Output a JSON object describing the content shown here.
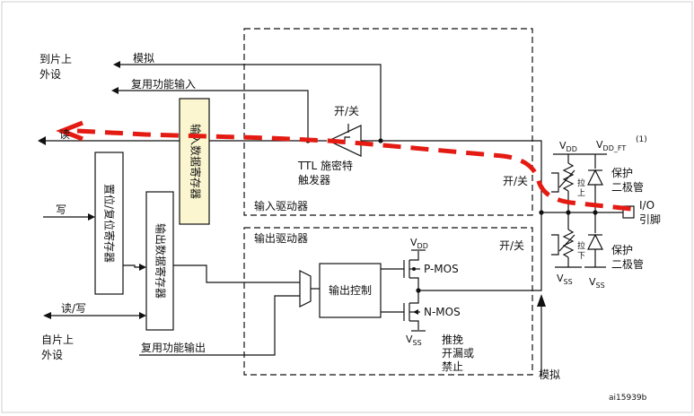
{
  "labels": {
    "to_onchip_peripheral": [
      "到片上",
      "外设"
    ],
    "from_onchip_peripheral": [
      "自片上",
      "外设"
    ],
    "analog_top": "模拟",
    "alt_func_input": "复用功能输入",
    "read": "读",
    "write": "写",
    "read_write": "读/写",
    "alt_func_output": "复用功能输出",
    "input_data_register": "输入数据寄存器",
    "set_reset_register": "置位/复位寄存器",
    "output_data_register": "输出数据寄存器",
    "on_off_trigger": "开/关",
    "ttl_schmitt": [
      "TTL 施密特",
      "触发器"
    ],
    "input_driver": "输入驱动器",
    "output_driver": "输出驱动器",
    "on_off_input": "开/关",
    "on_off_output": "开/关",
    "output_control": "输出控制",
    "p_mos": "P-MOS",
    "n_mos": "N-MOS",
    "push_pull": [
      "推挽",
      "开漏或",
      "禁止"
    ],
    "analog_bottom": "模拟",
    "pull_up": [
      "拉",
      "上"
    ],
    "pull_down": [
      "拉",
      "下"
    ],
    "protection_diode_top": [
      "保护",
      "二极管"
    ],
    "protection_diode_bottom": [
      "保护",
      "二极管"
    ],
    "io_pin": [
      "I/O",
      "引脚"
    ],
    "vdd": "V",
    "vdd_sub": "DD",
    "vss": "V",
    "vss_sub": "SS",
    "vdd_ft": "V",
    "vdd_ft_sub": "DD_FT",
    "note_ref": "(1)",
    "figure_id": "ai15939b"
  },
  "colors": {
    "annotation": "#e41b13",
    "register_fill": "#fbf6cf"
  }
}
